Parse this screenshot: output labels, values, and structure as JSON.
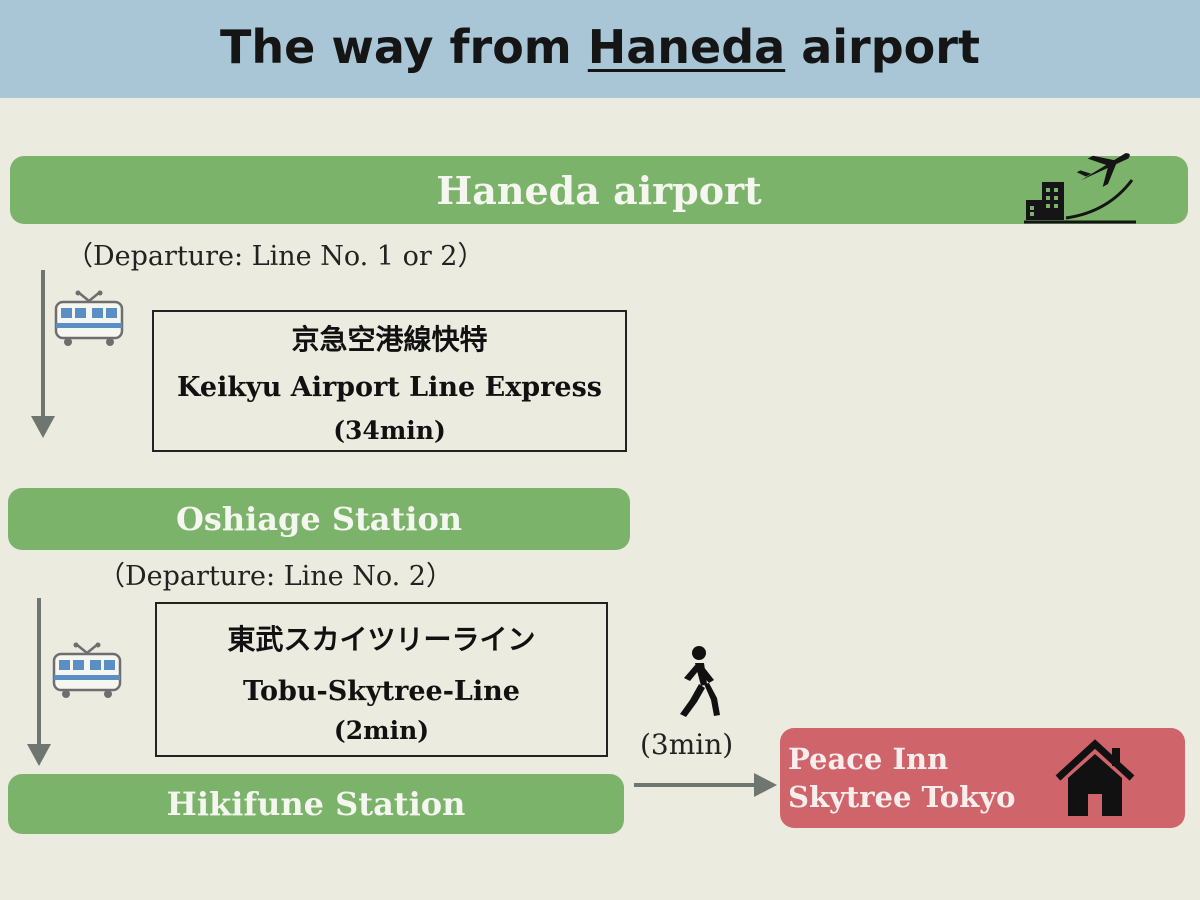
{
  "header": {
    "title_prefix": "The way from ",
    "title_emphasis": "Haneda",
    "title_suffix": " airport"
  },
  "stations": {
    "haneda": "Haneda airport",
    "oshiage": "Oshiage Station",
    "hikifune": "Hikifune Station"
  },
  "notes": {
    "departure_1": "（Departure: Line No. 1 or 2）",
    "departure_2": "（Departure: Line No. 2）",
    "walk_time": "(3min)"
  },
  "routes": [
    {
      "jp": "京急空港線快特",
      "en": "Keikyu Airport Line Express",
      "time": "(34min)"
    },
    {
      "jp": "東武スカイツリーライン",
      "en": "Tobu-Skytree-Line",
      "time": "(2min)"
    }
  ],
  "destination": {
    "line1": "Peace Inn",
    "line2": "Skytree Tokyo"
  },
  "icons": {
    "airport": "airplane-building-icon",
    "train": "train-icon",
    "walk": "walking-person-icon",
    "home": "house-icon"
  },
  "colors": {
    "header_bg": "#a9c6d6",
    "station_green": "#7cb36a",
    "destination_red": "#d0646b",
    "background": "#ebebdf"
  }
}
